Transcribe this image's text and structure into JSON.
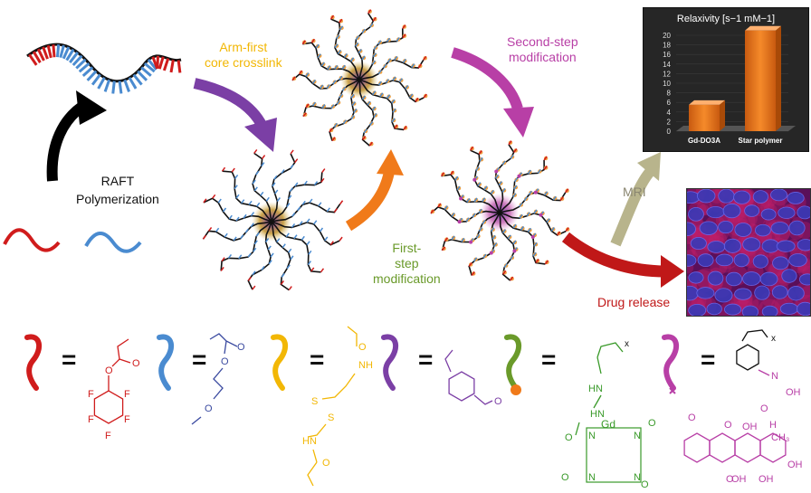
{
  "labels": {
    "raft_line1": "RAFT",
    "raft_line2": "Polymerization",
    "arm_first_line1": "Arm-first",
    "arm_first_line2": "core crosslink",
    "first_step_line1": "First-",
    "first_step_line2": "step",
    "first_step_line3": "modification",
    "second_step_line1": "Second-step",
    "second_step_line2": "modification",
    "mri": "MRI",
    "drug_release": "Drug release"
  },
  "colors": {
    "red": "#d01c1c",
    "blue": "#4a8bd0",
    "yellow": "#f2b705",
    "purple": "#7b3fa5",
    "green": "#6a9a2a",
    "magenta": "#b83fa6",
    "orange": "#f07a1a",
    "dark_red": "#c01818",
    "khaki": "#b8b48c"
  },
  "inset_chart": {
    "chart_data": {
      "type": "bar",
      "title": "Relaxivity [s−1 mM−1]",
      "categories": [
        "Gd-DO3A",
        "Star polymer"
      ],
      "values": [
        5.5,
        21
      ],
      "ylim": [
        0,
        20
      ],
      "yticks": [
        "0",
        "2",
        "4",
        "6",
        "8",
        "10",
        "12",
        "14",
        "16",
        "18",
        "20"
      ],
      "bar_color": "#f07a1a",
      "grid": true,
      "legend": "none"
    }
  },
  "legend_items": [
    {
      "sign": "=",
      "color": "#d01c1c"
    },
    {
      "sign": "=",
      "color": "#4a8bd0"
    },
    {
      "sign": "=",
      "color": "#f2b705"
    },
    {
      "sign": "=",
      "color": "#7b3fa5"
    },
    {
      "sign": "=",
      "color": "#6a9a2a"
    },
    {
      "sign": "=",
      "color": "#b83fa6"
    }
  ],
  "chem_text": {
    "pfp_o": "O",
    "pfp_o2": "O",
    "pfp_f": "F",
    "peg_o": "O",
    "peg_o2": "O",
    "peg_o3": "O",
    "cl_nh": "NH",
    "cl_hn": "HN",
    "cl_s": "S",
    "cl_o": "O",
    "vb_o": "O",
    "gd_x": "x",
    "gd_hn": "HN",
    "gd_o": "O",
    "gd_gd": "Gd",
    "gd_n": "N",
    "dox_x": "x",
    "dox_n": "N",
    "dox_oh": "OH",
    "dox_o": "O",
    "dox_h": "H",
    "dox_ch3": "CH₃"
  }
}
